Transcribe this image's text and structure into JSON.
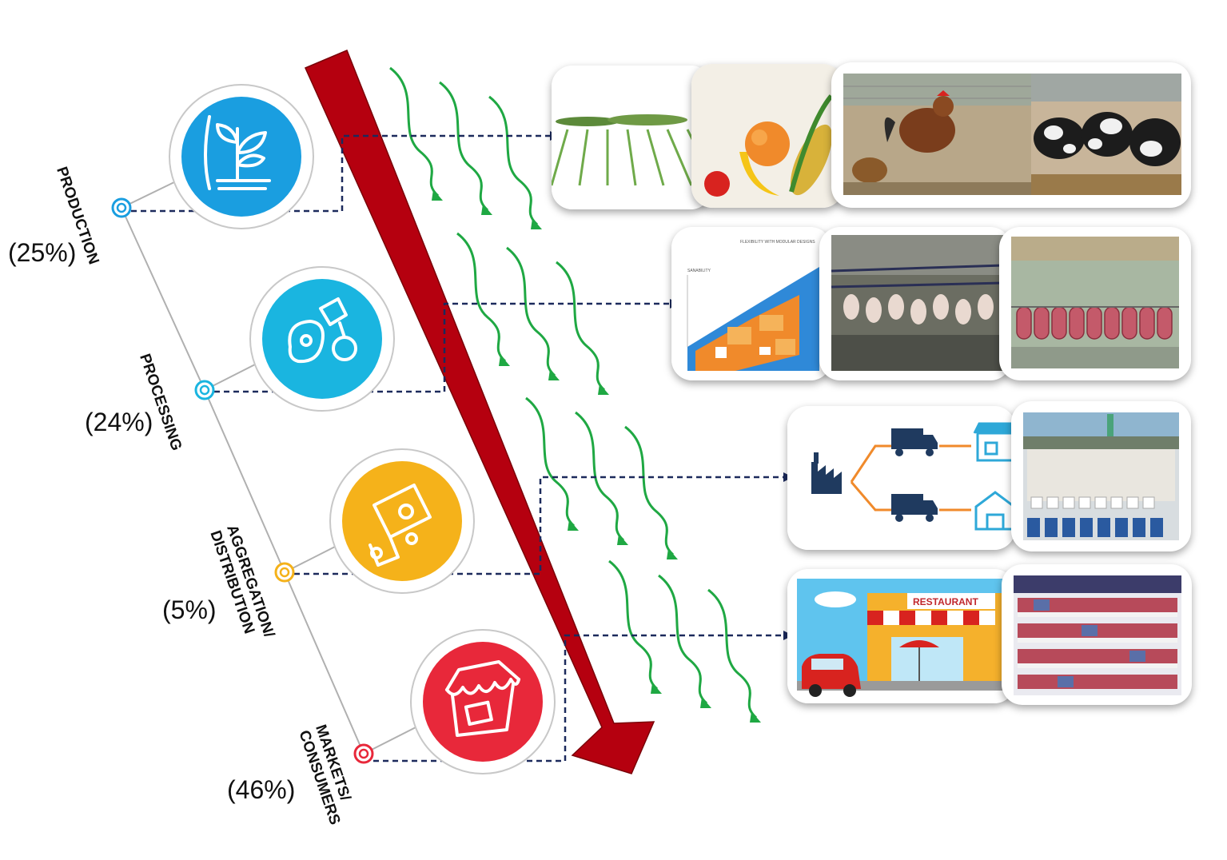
{
  "stages": [
    {
      "id": "production",
      "label_lines": [
        "PRODUCTION"
      ],
      "share": "(25%)",
      "color": "#1a9ee0",
      "icon": "plant-icon"
    },
    {
      "id": "processing",
      "label_lines": [
        "PROCESSING"
      ],
      "share": "(24%)",
      "color": "#1ab5e0",
      "icon": "meat-processing-icon"
    },
    {
      "id": "aggregation",
      "label_lines": [
        "AGGREGATION/",
        "DISTRIBUTION"
      ],
      "share": "(5%)",
      "color": "#f5b21a",
      "icon": "delivery-truck-icon"
    },
    {
      "id": "markets",
      "label_lines": [
        "MARKETS/",
        "CONSUMERS"
      ],
      "share": "(46%)",
      "color": "#e8283a",
      "icon": "market-stall-icon"
    }
  ],
  "colors": {
    "arrow": "#b5000f",
    "wave": "#1fa843",
    "connector": "#1c2a5c",
    "spine": "#b0b0b0"
  },
  "photo_text": {
    "restaurant_sign": "RESTAURANT",
    "floorplan_note": "FLEXIBILITY WITH MODULAR DESIGNS",
    "floorplan_side": "SANABILITY"
  }
}
